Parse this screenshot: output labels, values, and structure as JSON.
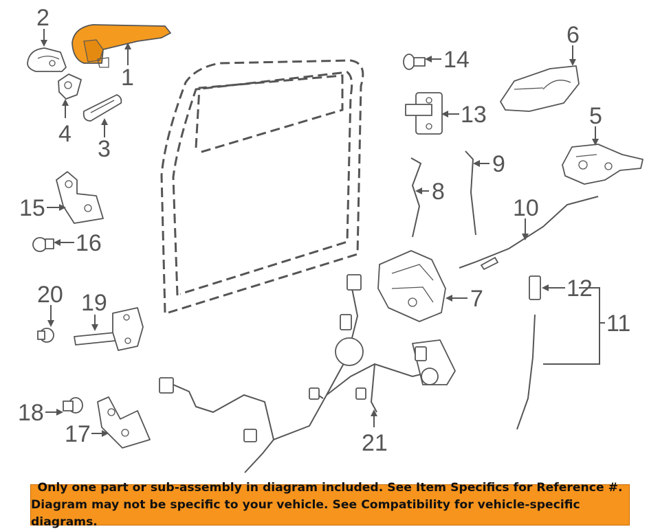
{
  "colors": {
    "highlight": "#f39a1f",
    "line": "#555555",
    "banner": "#f7941d"
  },
  "callouts": {
    "c1": "1",
    "c2": "2",
    "c3": "3",
    "c4": "4",
    "c5": "5",
    "c6": "6",
    "c7": "7",
    "c8": "8",
    "c9": "9",
    "c10": "10",
    "c11": "11",
    "c12": "12",
    "c13": "13",
    "c14": "14",
    "c15": "15",
    "c16": "16",
    "c17": "17",
    "c18": "18",
    "c19": "19",
    "c20": "20",
    "c21": "21"
  },
  "highlighted_part": "1",
  "banner": {
    "line1": "Only one part or sub-assembly in diagram included. See Item Specifics for Reference #.",
    "line2": "Diagram may not be specific to your vehicle. See Compatibility for vehicle-specific diagrams."
  }
}
